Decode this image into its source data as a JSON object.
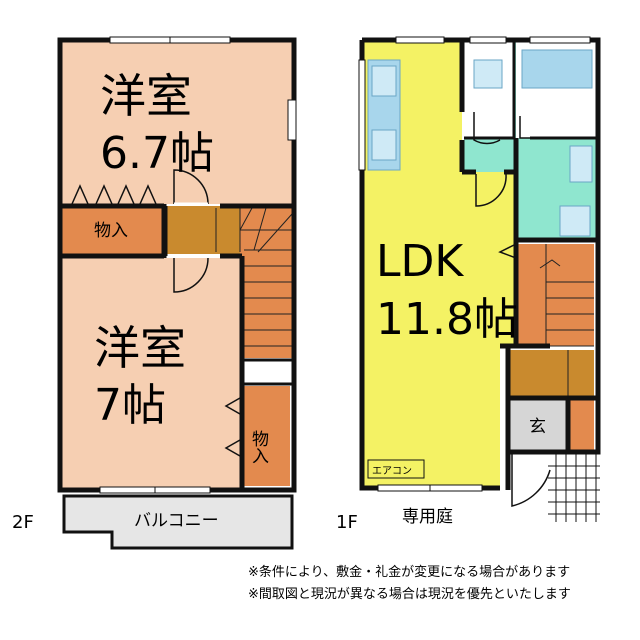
{
  "floor2": {
    "label": "2F",
    "bedroom_top": {
      "name": "洋室",
      "size": "6.7帖"
    },
    "closet_top": "物入",
    "bedroom_bottom": {
      "name": "洋室",
      "size": "7帖"
    },
    "closet_right": "物入",
    "balcony": "バルコニー"
  },
  "floor1": {
    "label": "1F",
    "ldk": {
      "name": "LDK",
      "size": "11.8帖"
    },
    "entrance": "玄",
    "aircon": "エアコン",
    "garden": "専用庭"
  },
  "notes": [
    "※条件により、敷金・礼金が変更になる場合があります",
    "※間取図と現況が異なる場合は現況を優先といたします"
  ],
  "colors": {
    "bedroom": "#f6cfb2",
    "closet": "#e38a4e",
    "stairs": "#c98a2e",
    "ldk": "#f4f264",
    "wet_area": "#8fe6cf",
    "fixtures": "#a8d6ec",
    "entrance": "#d6d6d6",
    "balcony": "#e6e6e6"
  }
}
